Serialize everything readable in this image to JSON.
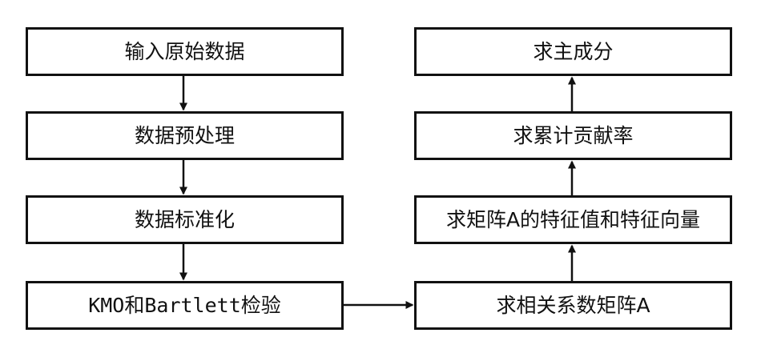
{
  "flowchart": {
    "left": [
      "输入原始数据",
      "数据预处理",
      "数据标准化",
      "KMO和Bartlett检验"
    ],
    "right": [
      "求主成分",
      "求累计贡献率",
      "求矩阵A的特征值和特征向量",
      "求相关系数矩阵A"
    ]
  }
}
